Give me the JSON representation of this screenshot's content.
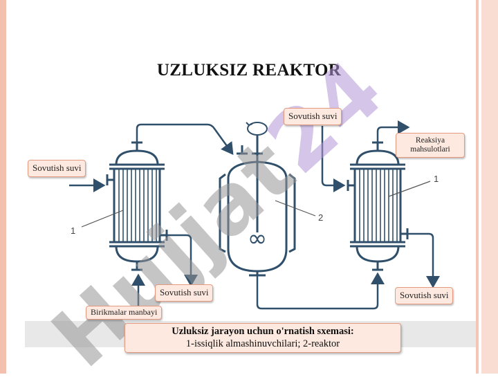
{
  "title": "UZLUKSIZ REAKTOR",
  "labels": {
    "cooling_top": "Sovutish suvi",
    "cooling_left": "Sovutish suvi",
    "products": "Reaksiya mahsulotlari",
    "cooling_bottom_mid": "Sovutish suvi",
    "cooling_bottom_right": "Sovutish suvi",
    "source": "Birikmalar manbayi"
  },
  "numbers": {
    "left_hx": "1",
    "reactor": "2",
    "right_hx": "1"
  },
  "caption": {
    "line1": "Uzluksiz jarayon uchun o'rnatish sxemasi:",
    "line2": "1-issiqlik almashinuvchilari; 2-reaktor"
  },
  "watermark": {
    "part1": "Hujjat",
    "part2": "24"
  },
  "colors": {
    "line": "#2f4f6a",
    "label_fill": "#fde9df",
    "label_border": "#e59a80",
    "frame": "#f3bfae"
  },
  "icons": {
    "stirrer": "infinity-symbol",
    "rotation": "circular-arrow-icon"
  }
}
